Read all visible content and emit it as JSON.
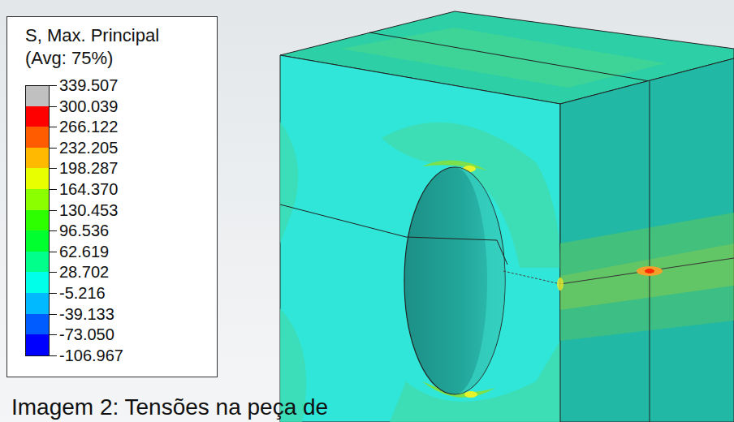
{
  "diagram": {
    "caption": "Imagem 2: Tensões na peça de",
    "labels": [
      "S, Max. Principal",
      "(Avg: 75%)",
      "-106.967"
    ],
    "legend": [
      {
        "text": "339.507",
        "color": "#c0c0c0"
      },
      {
        "text": "300.039",
        "color": "#ff0000"
      },
      {
        "text": "266.122",
        "color": "#ff5c00"
      },
      {
        "text": "232.205",
        "color": "#ffb900"
      },
      {
        "text": "198.287",
        "color": "#e8ff00"
      },
      {
        "text": "164.370",
        "color": "#8bff00"
      },
      {
        "text": "130.453",
        "color": "#2eff00"
      },
      {
        "text": "96.536",
        "color": "#00ff2e"
      },
      {
        "text": "62.619",
        "color": "#00ff8b"
      },
      {
        "text": "28.702",
        "color": "#00ffe8"
      },
      {
        "text": "-5.216",
        "color": "#00b9ff"
      },
      {
        "text": "-39.133",
        "color": "#005cff"
      },
      {
        "text": "-73.050",
        "color": "#0000ff"
      }
    ]
  }
}
